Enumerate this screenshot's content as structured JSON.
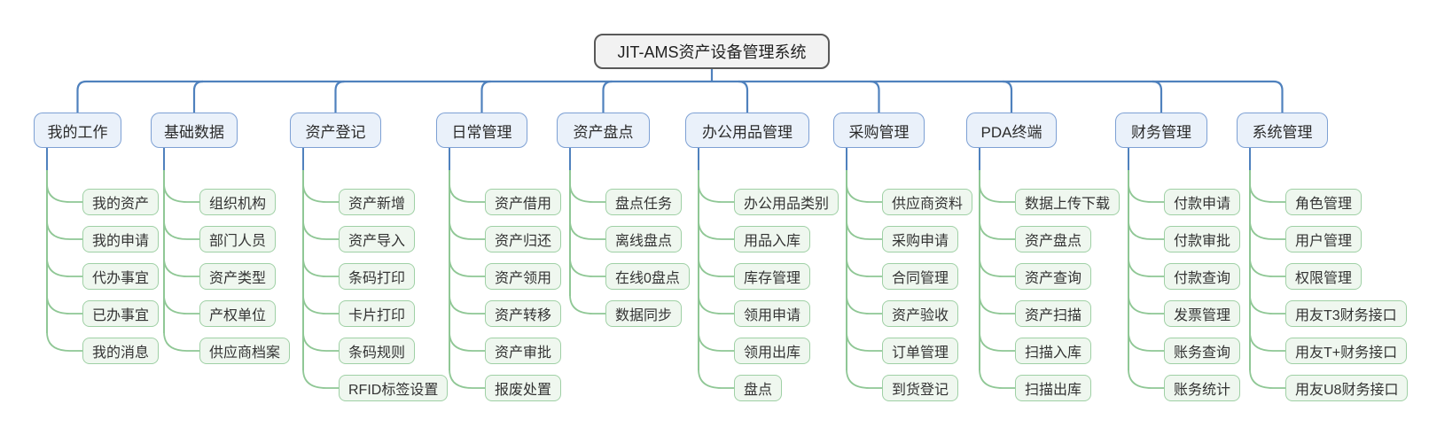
{
  "root": {
    "label": "JIT-AMS资产设备管理系统"
  },
  "branches": [
    {
      "label": "我的工作",
      "children": [
        "我的资产",
        "我的申请",
        "代办事宜",
        "已办事宜",
        "我的消息"
      ]
    },
    {
      "label": "基础数据",
      "children": [
        "组织机构",
        "部门人员",
        "资产类型",
        "产权单位",
        "供应商档案"
      ]
    },
    {
      "label": "资产登记",
      "children": [
        "资产新增",
        "资产导入",
        "条码打印",
        "卡片打印",
        "条码规则",
        "RFID标签设置"
      ]
    },
    {
      "label": "日常管理",
      "children": [
        "资产借用",
        "资产归还",
        "资产领用",
        "资产转移",
        "资产审批",
        "报废处置"
      ]
    },
    {
      "label": "资产盘点",
      "children": [
        "盘点任务",
        "离线盘点",
        "在线0盘点",
        "数据同步"
      ]
    },
    {
      "label": "办公用品管理",
      "children": [
        "办公用品类别",
        "用品入库",
        "库存管理",
        "领用申请",
        "领用出库",
        "盘点"
      ]
    },
    {
      "label": "采购管理",
      "children": [
        "供应商资料",
        "采购申请",
        "合同管理",
        "资产验收",
        "订单管理",
        "到货登记"
      ]
    },
    {
      "label": "PDA终端",
      "children": [
        "数据上传下载",
        "资产盘点",
        "资产查询",
        "资产扫描",
        "扫描入库",
        "扫描出库"
      ]
    },
    {
      "label": "财务管理",
      "children": [
        "付款申请",
        "付款审批",
        "付款查询",
        "发票管理",
        "账务查询",
        "账务统计"
      ]
    },
    {
      "label": "系统管理",
      "children": [
        "角色管理",
        "用户管理",
        "权限管理",
        "用友T3财务接口",
        "用友T+财务接口",
        "用友U8财务接口"
      ]
    }
  ],
  "colors": {
    "blue_line": "#4f81bd",
    "green_line": "#8fc795",
    "branch_border": "#7da0d4",
    "branch_fill": "#eaf1fa",
    "child_border": "#9fd0a5",
    "child_fill": "#eff7ef",
    "root_border": "#595959",
    "root_fill": "#f2f2f2"
  }
}
